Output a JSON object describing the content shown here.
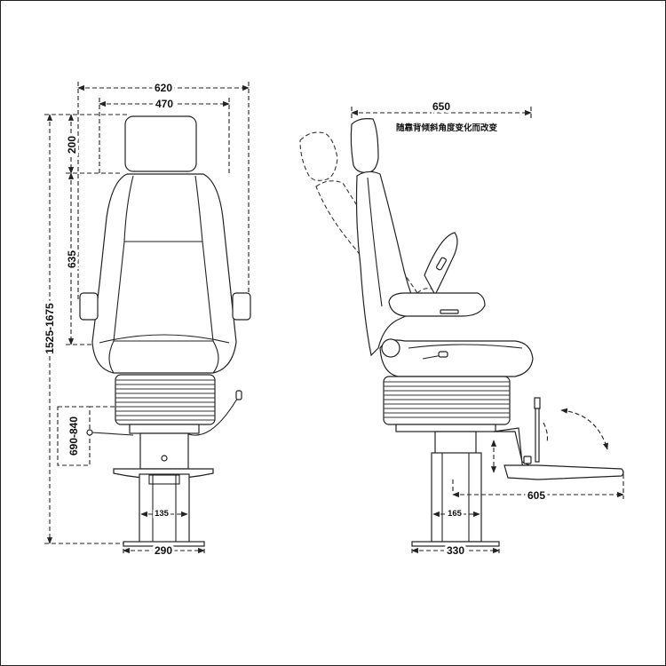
{
  "dimensions": {
    "front_width_overall": "620",
    "front_width_back": "470",
    "headrest_height": "200",
    "backrest_height": "635",
    "overall_height": "1525-1675",
    "seat_height": "690-840",
    "front_column_width": "135",
    "front_base_width": "290",
    "side_depth": "650",
    "side_column_width": "165",
    "side_base_width": "330",
    "footrest_reach": "605"
  },
  "note": "随靠背倾斜角度变化而改变"
}
